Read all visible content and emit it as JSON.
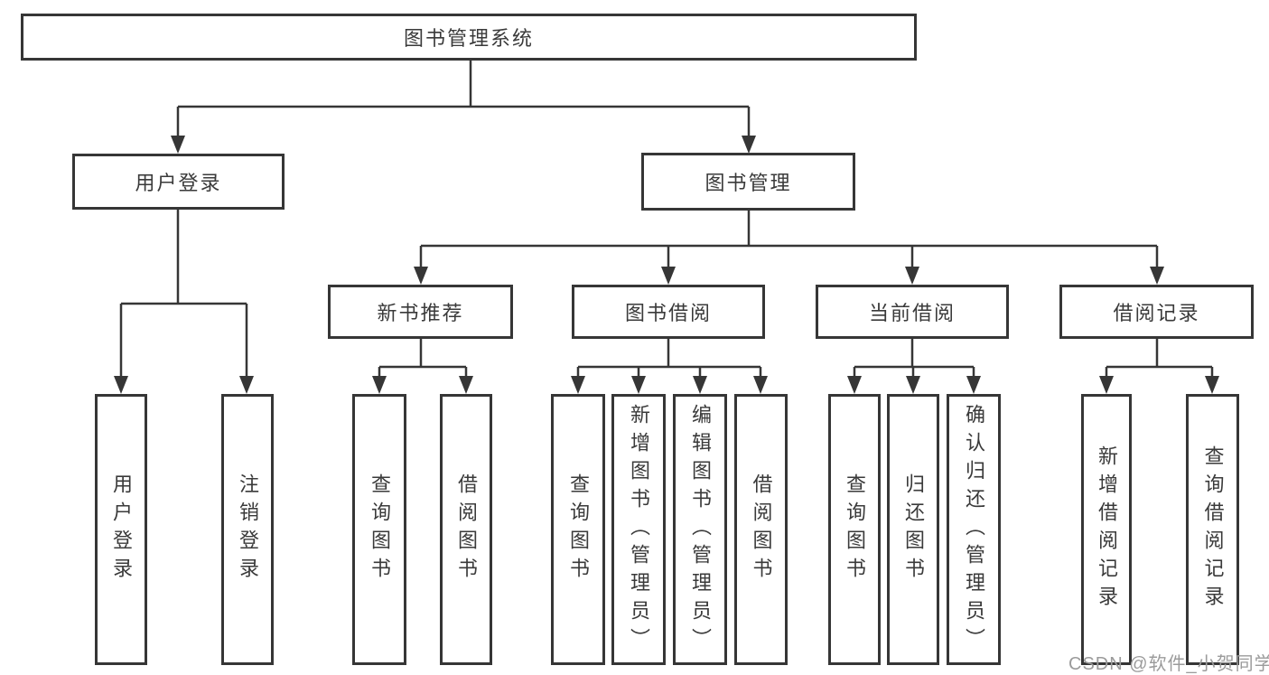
{
  "diagram": {
    "type": "hierarchy-tree",
    "orientation": "top-down"
  },
  "tree": {
    "label": "图书管理系统",
    "children": [
      {
        "label": "用户登录",
        "children": [
          {
            "label": "用户登录"
          },
          {
            "label": "注销登录"
          }
        ]
      },
      {
        "label": "图书管理",
        "children": [
          {
            "label": "新书推荐",
            "children": [
              {
                "label": "查询图书"
              },
              {
                "label": "借阅图书"
              }
            ]
          },
          {
            "label": "图书借阅",
            "children": [
              {
                "label": "查询图书"
              },
              {
                "label": "新增图书（管理员）"
              },
              {
                "label": "编辑图书（管理员）"
              },
              {
                "label": "借阅图书"
              }
            ]
          },
          {
            "label": "当前借阅",
            "children": [
              {
                "label": "查询图书"
              },
              {
                "label": "归还图书"
              },
              {
                "label": "确认归还（管理员）"
              }
            ]
          },
          {
            "label": "借阅记录",
            "children": [
              {
                "label": "新增借阅记录"
              },
              {
                "label": "查询借阅记录"
              }
            ]
          }
        ]
      }
    ]
  },
  "watermark": {
    "text": "CSDN @软件_小贺同学"
  },
  "colors": {
    "line": "#363636",
    "box_border": "#363636",
    "text": "#3a3a3a",
    "watermark": "#9b9b9b",
    "background": "#ffffff"
  }
}
